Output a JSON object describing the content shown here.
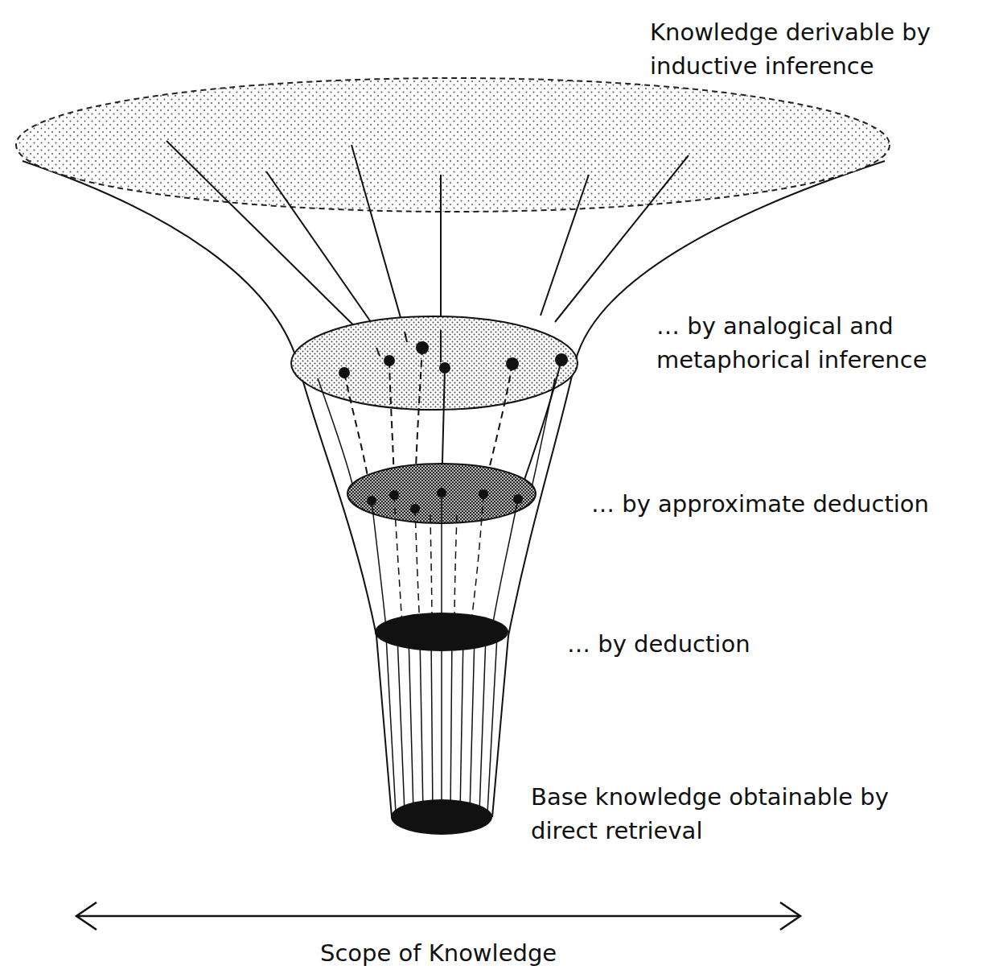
{
  "diagram": {
    "labels": [
      "Knowledge derivable by inductive inference",
      "… by analogical and metaphorical inference",
      "… by approximate deduction",
      "… by deduction",
      "Base knowledge obtainable by direct retrieval",
      "Scope of Knowledge"
    ]
  }
}
